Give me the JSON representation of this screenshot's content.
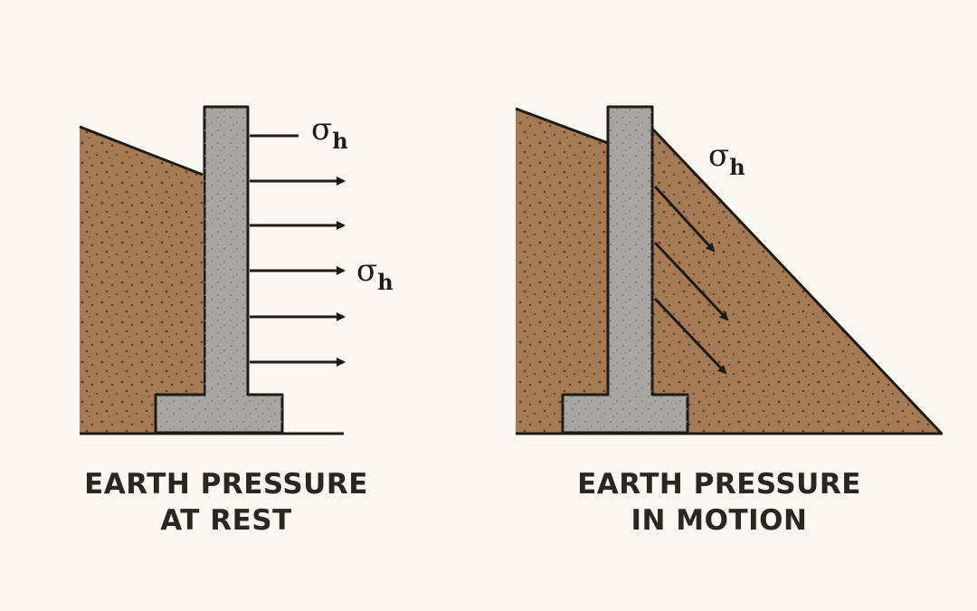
{
  "panels": [
    {
      "id": "at-rest",
      "caption_line1": "EARTH PRESSURE",
      "caption_line2": "AT REST",
      "labels": [
        {
          "symbol": "σ",
          "subscript": "h"
        },
        {
          "symbol": "σ",
          "subscript": "h"
        }
      ]
    },
    {
      "id": "in-motion",
      "caption_line1": "EARTH PRESSURE",
      "caption_line2": "IN MOTION",
      "labels": [
        {
          "symbol": "σ",
          "subscript": "h"
        }
      ]
    }
  ],
  "colors": {
    "background": "#fbf8f1",
    "soil": "#a57b55",
    "soil_dots": "#5e3d24",
    "concrete": "#a8a6a1",
    "concrete_dots": "#7b7975",
    "outline": "#1f1b17"
  }
}
